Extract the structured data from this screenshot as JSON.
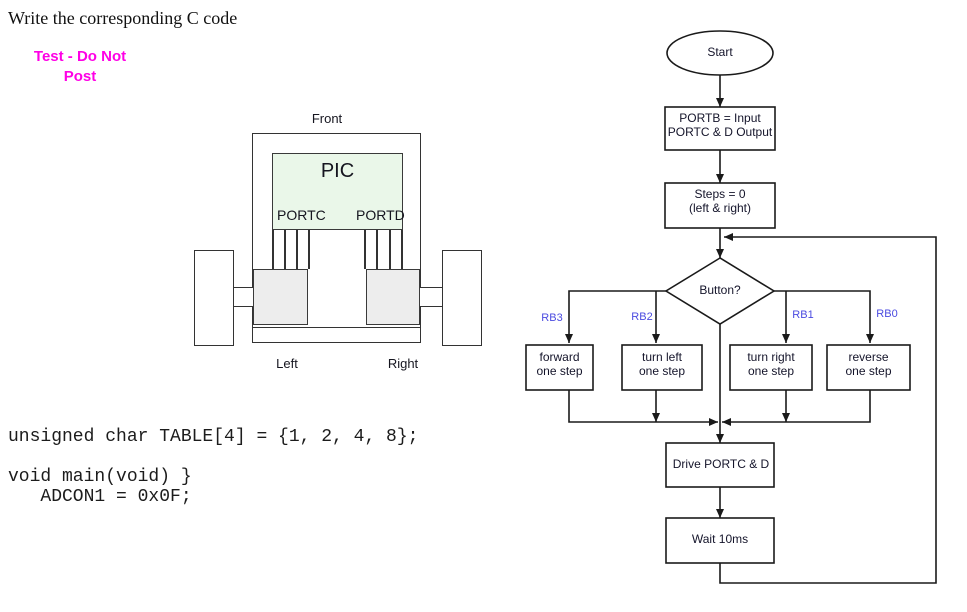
{
  "header": {
    "title": "Write the corresponding C code",
    "warning": {
      "line1": "Test - Do Not",
      "line2": "Post",
      "color": "#ff00e6"
    }
  },
  "code": {
    "lines": [
      "unsigned char TABLE[4] = {1, 2, 4, 8};",
      "",
      "void main(void) }",
      "   ADCON1 = 0x0F;"
    ]
  },
  "robot": {
    "front_label": "Front",
    "pic_label": "PIC",
    "portc_label": "PORTC",
    "portd_label": "PORTD",
    "left_label": "Left",
    "right_label": "Right",
    "pic_fill": "#eaf7e9",
    "motor_fill": "#ededed"
  },
  "flowchart": {
    "start_label": "Start",
    "init_box": {
      "line1": "PORTB = Input",
      "line2": "PORTC & D Output"
    },
    "steps_box": {
      "line1": "Steps = 0",
      "line2": "(left & right)"
    },
    "decision_label": "Button?",
    "branches": [
      {
        "pin": "RB3",
        "line1": "forward",
        "line2": "one step"
      },
      {
        "pin": "RB2",
        "line1": "turn left",
        "line2": "one step"
      },
      {
        "pin": "RB1",
        "line1": "turn right",
        "line2": "one step"
      },
      {
        "pin": "RB0",
        "line1": "reverse",
        "line2": "one step"
      }
    ],
    "drive_label": "Drive PORTC & D",
    "wait_label": "Wait 10ms",
    "pin_label_color": "#4a4ae0",
    "line_color": "#1a1a1a"
  }
}
